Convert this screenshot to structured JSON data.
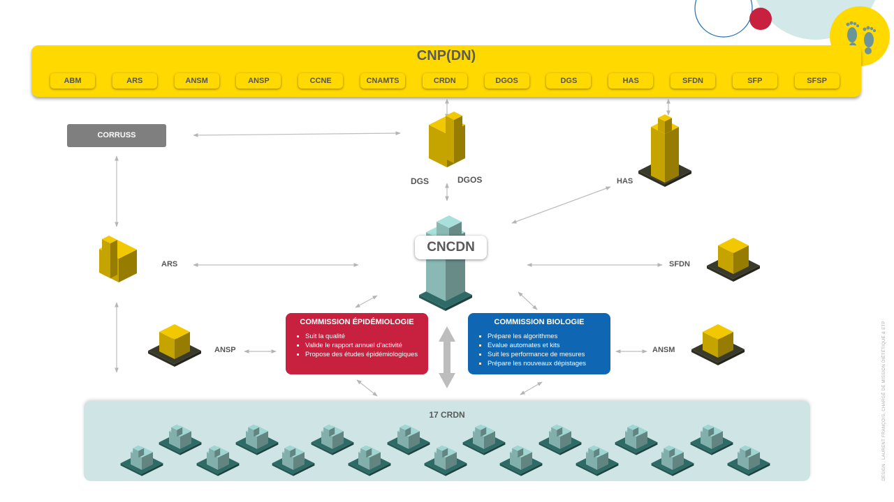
{
  "cnp": {
    "title": "CNP(DN)",
    "members": [
      "ABM",
      "ARS",
      "ANSM",
      "ANSP",
      "CCNE",
      "CNAMTS",
      "CRDN",
      "DGOS",
      "DGS",
      "HAS",
      "SFDN",
      "SFP",
      "SFSP"
    ]
  },
  "nodes": {
    "corruss": "CORRUSS",
    "dgs": "DGS",
    "dgos": "DGOS",
    "has": "HAS",
    "ars": "ARS",
    "cncdn": "CNCDN",
    "sfdn": "SFDN",
    "ansp": "ANSP",
    "ansm": "ANSM"
  },
  "commissions": {
    "epidemiologie": {
      "title": "COMMISSION ÉPIDÉMIOLOGIE",
      "color": "#C8203F",
      "items": [
        "Suit la qualité",
        "Valide le rapport annuel d'activité",
        "Propose  des études  épidémiologiques"
      ]
    },
    "biologie": {
      "title": "COMMISSION BIOLOGIE",
      "color": "#0F66B3",
      "items": [
        "Prépare les algorithmes",
        "Evalue automates et kits",
        "Suit les performance de mesures",
        "Prépare les nouveaux dépistages"
      ]
    }
  },
  "crdn": {
    "title": "17 CRDN"
  },
  "credit": "DESIGN : LAURENT  FRANÇOIS, CHARGÉ  DE MISSION DIÉTÉTIQUE & ETP",
  "colors": {
    "gold": "#FFD900",
    "teal": "#8FD0CC",
    "red": "#C8203F",
    "blue": "#0F66B3",
    "arrow": "#BBBBBB"
  }
}
